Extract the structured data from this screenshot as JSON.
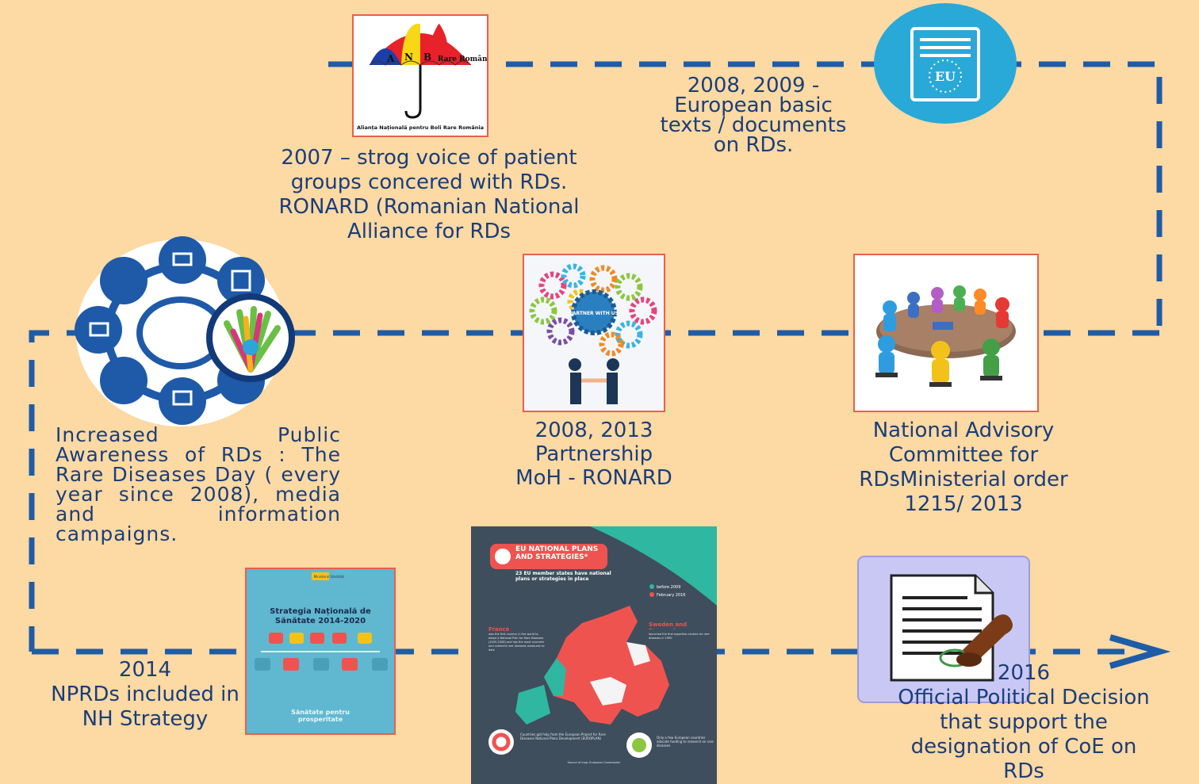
{
  "colors": {
    "background": "#fdd9a3",
    "line": "#1f5ca8",
    "text": "#1a3e7a",
    "frame": "#e8604d",
    "eu_circle": "#29a9d8"
  },
  "milestones": {
    "ronard_2007": "2007 – strog voice of patient groups concered with RDs. RONARD (Romanian National Alliance for RDs",
    "eu_2008_2009": "2008, 2009 - European basic texts / documents on RDs.",
    "awareness": "Increased Public Awareness of RDs : The Rare Diseases Day ( every year since 2008), media and information campaigns.",
    "partnership": {
      "line1": "2008, 2013",
      "line2": "Partnership",
      "line3": "MoH - RONARD"
    },
    "advisory": {
      "line1": "National Advisory",
      "line2": "Committee for",
      "line3": "RDsMinisterial order",
      "line4": "1215/ 2013"
    },
    "strategy_2014": {
      "line1": "2014",
      "line2": "NPRDs included in",
      "line3": "NH Strategy"
    },
    "decision_2016": {
      "line1": "2016",
      "line2": "Official Political Decision",
      "line3": "that support the",
      "line4": "designation of CoE on",
      "line5": "RDs"
    }
  },
  "images": {
    "ronard_logo": {
      "letters": [
        "A",
        "N",
        "B"
      ],
      "brand": "Rare România",
      "caption": "Alianța Națională pentru Boli Rare România"
    },
    "eu_icon": {
      "label": "EU"
    },
    "partner_gears": {
      "center_text": "PARTNER WITH US"
    },
    "strategy_cover": {
      "ministry": "Ministerul Sănătății",
      "title": "Strategia Națională de Sănătate 2014-2020",
      "footer": "Sănătate pentru prosperitate"
    },
    "eu_map_poster": {
      "title": "EU NATIONAL PLANS AND STRATEGIES*",
      "subtitle": "23 EU member states have national plans or strategies in place",
      "legend_before": "before 2009",
      "legend_feb": "February 2016",
      "france_label": "France",
      "france_text": "was the first country in the world to adopt a National Plan for Rare Diseases (2005-2008) and has the most concrete and coherent rare diseases measures to date",
      "sweden_label": "Sweden and Denmark",
      "sweden_text": "launched the first expertise centres for rare diseases in 1990",
      "europlan_text": "Countries got help from the European Project for Rare Diseases National Plans Development (EUROPLAN)",
      "funding_text": "Only a few European countries allocate funding to research on rare diseases",
      "source": "Source of map: European Commission"
    }
  }
}
